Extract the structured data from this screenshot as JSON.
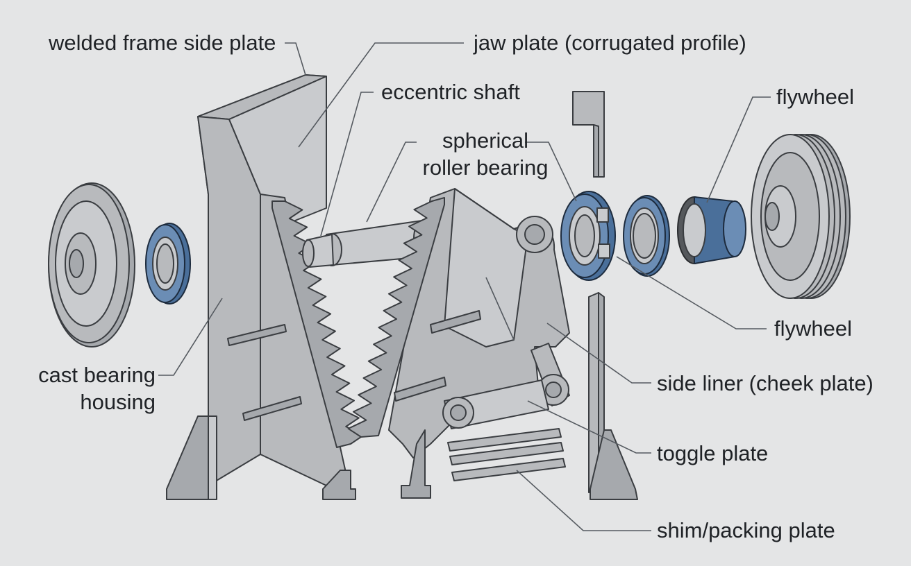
{
  "labels": {
    "frame_side_plate": "welded frame side plate",
    "jaw_plate": "jaw plate (corrugated profile)",
    "eccentric_shaft": "eccentric shaft",
    "spherical_bearing_line1": "spherical",
    "spherical_bearing_line2": "roller bearing",
    "flywheel_top": "flywheel",
    "flywheel_bottom": "flywheel",
    "cast_housing_line1": "cast bearing",
    "cast_housing_line2": "housing",
    "side_liner": "side liner (cheek plate)",
    "toggle_plate": "toggle plate",
    "shim_plate": "shim/packing plate"
  },
  "colors": {
    "background": "#e4e5e6",
    "steel": "#b8babd",
    "bearing_blue": "#4a6f9a",
    "outline": "#3a3d41"
  }
}
